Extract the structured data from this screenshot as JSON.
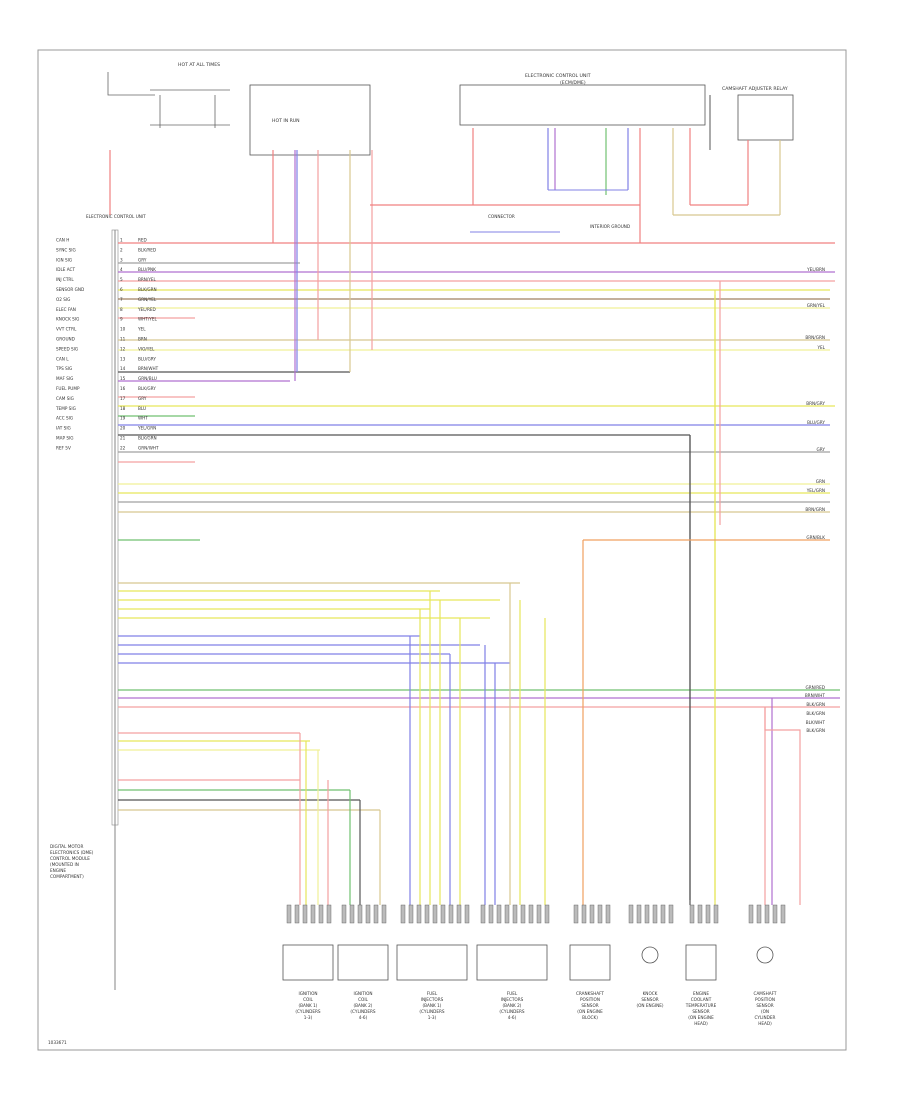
{
  "diagram": {
    "figure_id": "1033671",
    "headers": {
      "fuel_pump_relay_block": "HOT AT ALL TIMES",
      "engine_control_module_hot": "HOT IN RUN",
      "ecm_title": "ELECTRONIC CONTROL UNIT",
      "ecm_sub": "(ECM/DME)",
      "camshaft_adjuster_relay": "CAMSHAFT ADJUSTER RELAY"
    },
    "ground_labels": [
      {
        "id": "g1",
        "text": "CONNECTOR"
      },
      {
        "id": "g2",
        "text": "INTERIOR GROUND"
      },
      {
        "id": "g3",
        "text": "ELECTRONIC CONTROL UNIT"
      }
    ],
    "ecm_left_label_lines": [
      "DIGITAL MOTOR",
      "ELECTRONICS (DME)",
      "CONTROL MODULE",
      "(MOUNTED IN",
      "ENGINE",
      "COMPARTMENT)"
    ],
    "pins": [
      {
        "n": "1",
        "label": "CAN H",
        "wire": "RED"
      },
      {
        "n": "2",
        "label": "SYNC SIG",
        "wire": "BLK/RED"
      },
      {
        "n": "3",
        "label": "IGN SIG",
        "wire": "GRY"
      },
      {
        "n": "4",
        "label": "IDLE ACT",
        "wire": "BLU/PNK"
      },
      {
        "n": "5",
        "label": "INJ CTRL",
        "wire": "BRN/YEL"
      },
      {
        "n": "6",
        "label": "SENSOR GND",
        "wire": "BLK/GRN"
      },
      {
        "n": "7",
        "label": "O2 SIG",
        "wire": "GRN/YEL"
      },
      {
        "n": "8",
        "label": "ELEC FAN",
        "wire": "YEL/RED"
      },
      {
        "n": "9",
        "label": "KNOCK SIG",
        "wire": "WHT/YEL"
      },
      {
        "n": "10",
        "label": "VVT CTRL",
        "wire": "YEL"
      },
      {
        "n": "11",
        "label": "GROUND",
        "wire": "BRN"
      },
      {
        "n": "12",
        "label": "SPEED SIG",
        "wire": "VIO/YEL"
      },
      {
        "n": "13",
        "label": "CAN L",
        "wire": "BLU/GRY"
      },
      {
        "n": "14",
        "label": "TPS SIG",
        "wire": "BRN/WHT"
      },
      {
        "n": "15",
        "label": "MAF SIG",
        "wire": "GRN/BLU"
      },
      {
        "n": "16",
        "label": "FUEL PUMP",
        "wire": "BLK/GRY"
      },
      {
        "n": "17",
        "label": "CAM SIG",
        "wire": "GRY"
      },
      {
        "n": "18",
        "label": "TEMP SIG",
        "wire": "BLU"
      },
      {
        "n": "19",
        "label": "ACC SIG",
        "wire": "WHT"
      },
      {
        "n": "20",
        "label": "IAT SIG",
        "wire": "YEL/GRN"
      },
      {
        "n": "21",
        "label": "MAP SIG",
        "wire": "BLK/GRN"
      },
      {
        "n": "22",
        "label": "REF 5V",
        "wire": "GRN/WHT"
      }
    ],
    "right_edge_labels": [
      "YEL/BRN",
      "GRN/YEL",
      "BRN/GRN",
      "YEL",
      "BRN/GRY",
      "BLU/GRY",
      "GRY",
      "GRN",
      "YEL/GRN",
      "BRN/GRN",
      "GRN/BLK",
      "GRN/RED",
      "BRN/WHT",
      "BLK/GRN",
      "BLK/GRN",
      "BLK/WHT",
      "BLK/GRN"
    ],
    "components": [
      {
        "id": "coil1",
        "lines": [
          "IGNITION",
          "COIL",
          "(BANK 1)",
          "(CYLINDERS",
          "1-3)"
        ]
      },
      {
        "id": "coil2",
        "lines": [
          "IGNITION",
          "COIL",
          "(BANK 2)",
          "(CYLINDERS",
          "4-6)"
        ]
      },
      {
        "id": "inj1",
        "lines": [
          "FUEL",
          "INJECTORS",
          "(BANK 1)",
          "(CYLINDERS",
          "1-3)"
        ]
      },
      {
        "id": "inj2",
        "lines": [
          "FUEL",
          "INJECTORS",
          "(BANK 2)",
          "(CYLINDERS",
          "4-6)"
        ]
      },
      {
        "id": "ckp",
        "lines": [
          "CRANKSHAFT",
          "POSITION",
          "SENSOR",
          "(ON ENGINE",
          "BLOCK)"
        ]
      },
      {
        "id": "knock",
        "lines": [
          "KNOCK",
          "SENSOR",
          "(ON ENGINE)"
        ]
      },
      {
        "id": "ect",
        "lines": [
          "ENGINE",
          "COOLANT",
          "TEMPERATURE",
          "SENSOR",
          "(ON ENGINE",
          "HEAD)"
        ]
      },
      {
        "id": "cmp",
        "lines": [
          "CAMSHAFT",
          "POSITION",
          "SENSOR",
          "(ON",
          "CYLINDER",
          "HEAD)"
        ]
      }
    ],
    "colors": {
      "red": "#f08080",
      "pink": "#f4a0a0",
      "yellow": "#e6e65a",
      "lightyellow": "#f0f096",
      "blue": "#8080e6",
      "violet": "#b070d0",
      "green": "#70c070",
      "orange": "#f0a060",
      "brown": "#a08060",
      "gray": "#a0a0a0",
      "tan": "#d8c890",
      "black": "#555555"
    }
  }
}
